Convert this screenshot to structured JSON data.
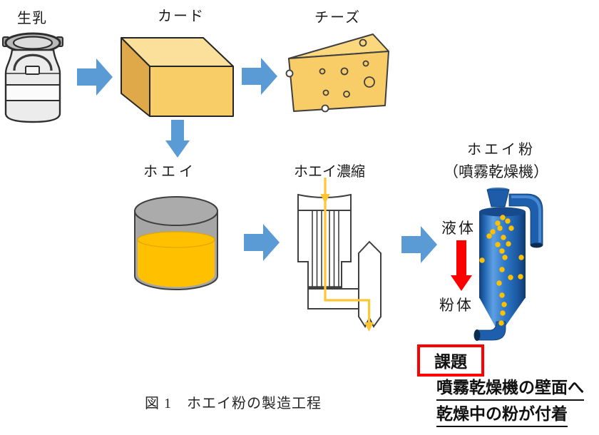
{
  "diagram": {
    "caption": "図 1　ホエイ粉の製造工程",
    "nodes": {
      "raw_milk": "生乳",
      "curd": "カード",
      "cheese": "チーズ",
      "whey": "ホエイ",
      "whey_concentration": "ホエイ濃縮",
      "whey_powder": "ホエイ粉",
      "whey_powder_sub": "（噴霧乾燥機）",
      "liquid": "液体",
      "powder": "粉体"
    },
    "issue": {
      "title": "課題",
      "line1": "噴霧乾燥機の壁面へ",
      "line2": "乾燥中の粉が付着"
    },
    "icons": [
      "milk-can-icon",
      "curd-block-icon",
      "cheese-wedge-icon",
      "whey-container-icon",
      "evaporator-icon",
      "spray-dryer-icon",
      "flow-arrow-icon"
    ],
    "colors": {
      "flow_arrow_blue": "#5B9BD5",
      "highlight_red": "#FF0000",
      "dairy_yellow": "#F8CC66",
      "whey_liquid_yellow": "#FFC000",
      "container_gray": "#A6A6A6",
      "dryer_blue": "#2E75B6"
    }
  }
}
